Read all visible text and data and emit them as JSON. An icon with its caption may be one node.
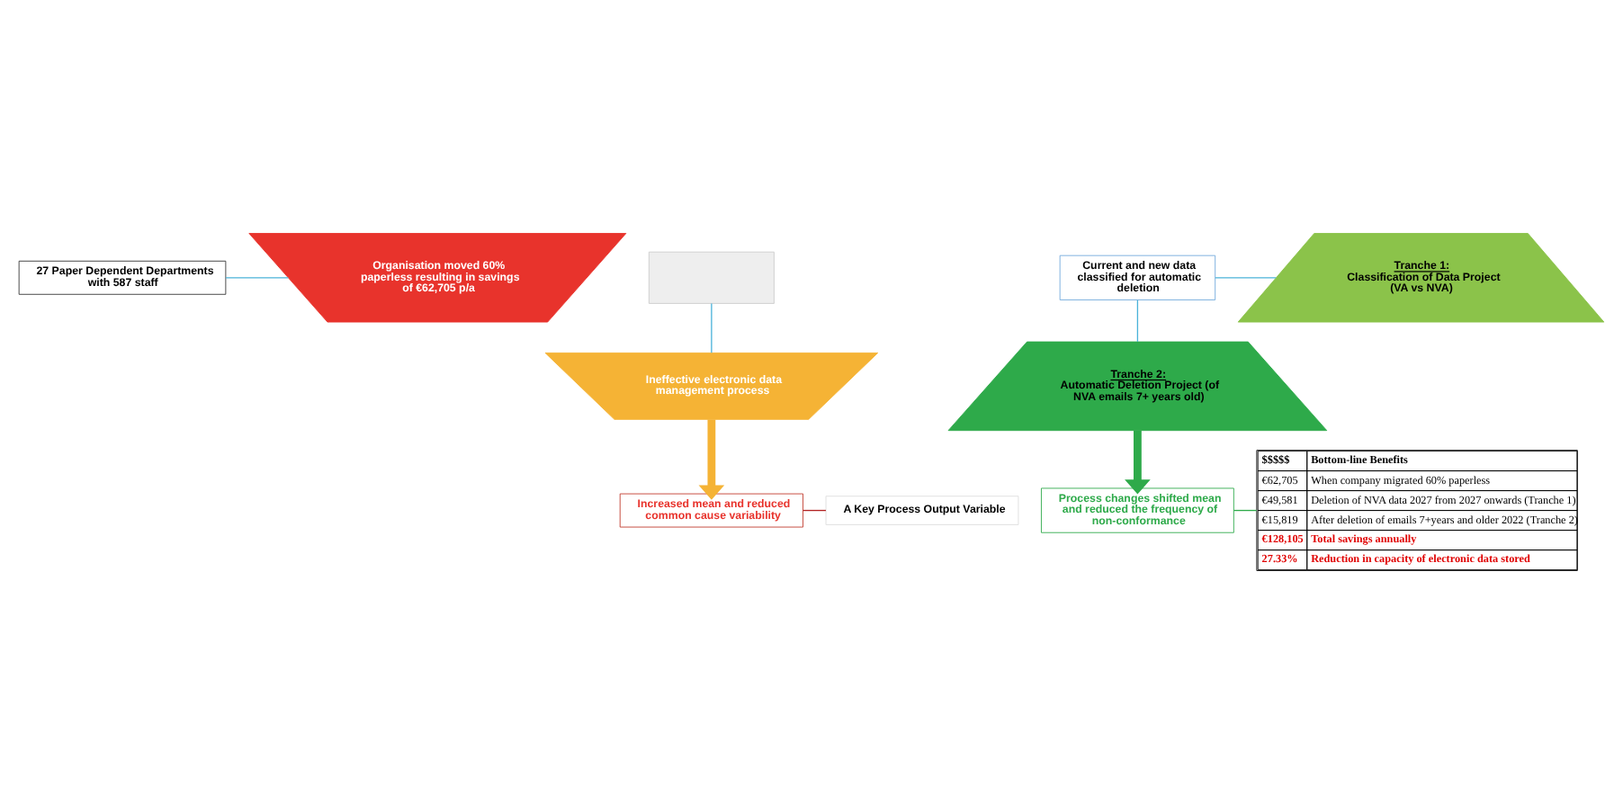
{
  "diagram": {
    "nodes": [
      {
        "text": [
          "27 Paper Dependent Departments with 587 staff"
        ]
      },
      {
        "text": [
          "Organisation moved 60% paperless resulting in savings of €62,705 p/a"
        ]
      },
      {
        "text": [],
        "shape": "box"
      },
      {
        "text": [
          "Ineffective electronic data management process"
        ]
      },
      {
        "text": [
          "Increased mean and reduced common cause variability"
        ]
      },
      {
        "text": [
          "A Key Process Output Variable"
        ]
      },
      {
        "text": [
          "Current and new data classified for automatic deletion"
        ]
      },
      {
        "text": [
          "Tranche 1:",
          "Classification of Data Project (VA vs NVA)"
        ]
      },
      {
        "text": [
          "Tranche 2:",
          "Automatic Deletion Project (of NVA emails 7+ years old)"
        ]
      },
      {
        "text": [
          "Process changes shifted mean and reduced the frequency of non-conformance"
        ]
      },
      {
        "text": [
          "$$$$$",
          "Bottom-line Benefits",
          "€62,705",
          "When company migrated 60% paperless",
          "€49,581",
          "Deletion of NVA data 2027 from 2027 onwards (Tranche 1)",
          "€15,819",
          "After deletion of emails 7+years and older 2022 (Tranche 2)",
          "€128,105",
          "Total savings annually",
          "27.33%",
          "Reduction in capacity of electronic data stored"
        ]
      }
    ],
    "edges": [
      {
        "from": 0,
        "to": 1,
        "arrow": "none"
      },
      {
        "from": 2,
        "to": 3,
        "arrow": "none"
      },
      {
        "from": 3,
        "to": 4,
        "arrow": "to",
        "style": "thick",
        "color": "#f5b335"
      },
      {
        "from": 4,
        "to": 5,
        "arrow": "none",
        "color": "#b22222"
      },
      {
        "from": 6,
        "to": 7,
        "arrow": "none"
      },
      {
        "from": 6,
        "to": 8,
        "arrow": "none"
      },
      {
        "from": 8,
        "to": 9,
        "arrow": "to",
        "style": "thick",
        "color": "#2eaa4a"
      },
      {
        "from": 9,
        "to": 10,
        "arrow": "none",
        "color": "#2eaa4a"
      }
    ]
  }
}
